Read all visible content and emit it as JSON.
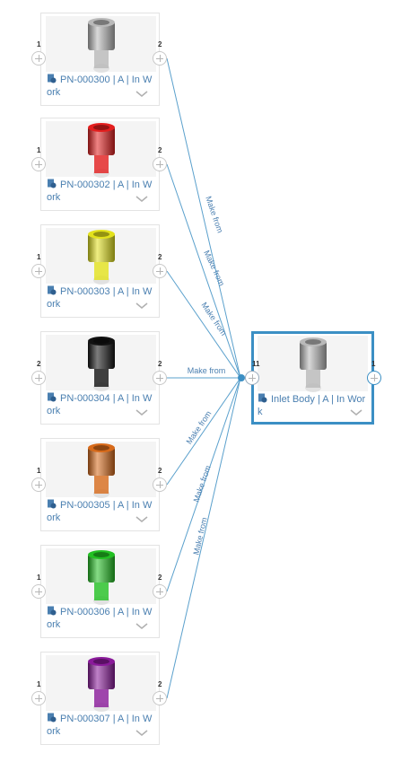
{
  "nodes": [
    {
      "id": "n300",
      "label": "PN-000300 | A | In Work",
      "color": "#b9b9b9",
      "in_count": "1",
      "out_count": "2"
    },
    {
      "id": "n302",
      "label": "PN-000302 | A | In Work",
      "color": "#e41e1e",
      "in_count": "1",
      "out_count": "2"
    },
    {
      "id": "n303",
      "label": "PN-000303 | A | In Work",
      "color": "#e3e21c",
      "in_count": "1",
      "out_count": "2"
    },
    {
      "id": "n304",
      "label": "PN-000304 | A | In Work",
      "color": "#121212",
      "in_count": "2",
      "out_count": "2"
    },
    {
      "id": "n305",
      "label": "PN-000305 | A | In Work",
      "color": "#d76a1a",
      "in_count": "1",
      "out_count": "2"
    },
    {
      "id": "n306",
      "label": "PN-000306 | A | In Work",
      "color": "#22c022",
      "in_count": "1",
      "out_count": "2"
    },
    {
      "id": "n307",
      "label": "PN-000307 | A | In Work",
      "color": "#8a1a9a",
      "in_count": "1",
      "out_count": "2"
    }
  ],
  "target": {
    "id": "inlet",
    "label": "Inlet Body | A | In Work",
    "color": "#b9b9b9",
    "in_count": "11",
    "out_count": "1"
  },
  "link_label": "Make from",
  "colors": {
    "link": "#5aa0cc",
    "accent": "#3b8fc4",
    "caption": "#4a7fb0"
  }
}
